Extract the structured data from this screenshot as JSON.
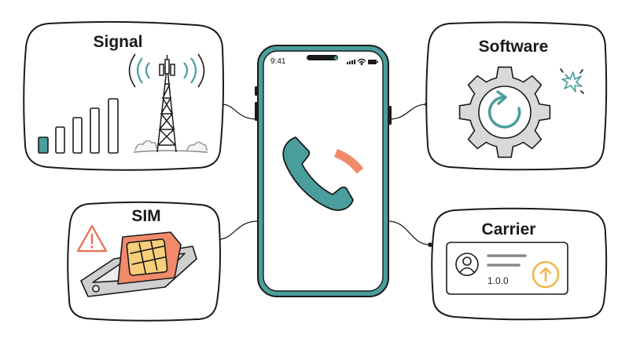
{
  "phone": {
    "status_time": "9:41",
    "screen_icon": "phone-call-icon",
    "accent_color": "#4a9e9b",
    "signal_arc_color": "#f08a6a"
  },
  "panels": {
    "signal": {
      "title": "Signal",
      "icons": [
        "signal-bars-icon",
        "cell-tower-icon"
      ]
    },
    "software": {
      "title": "Software",
      "icons": [
        "gear-icon",
        "refresh-icon",
        "glitch-burst-icon"
      ]
    },
    "sim": {
      "title": "SIM",
      "icons": [
        "warning-icon",
        "sim-card-icon",
        "sim-tray-icon"
      ]
    },
    "carrier": {
      "title": "Carrier",
      "version": "1.0.0",
      "icons": [
        "user-icon",
        "update-arrow-icon"
      ]
    }
  },
  "colors": {
    "outline": "#1a1a1a",
    "teal": "#4a9e9b",
    "coral": "#f08a6a",
    "warning": "#e8775c",
    "update": "#f0b84a",
    "gear": "#d9d9d9"
  }
}
